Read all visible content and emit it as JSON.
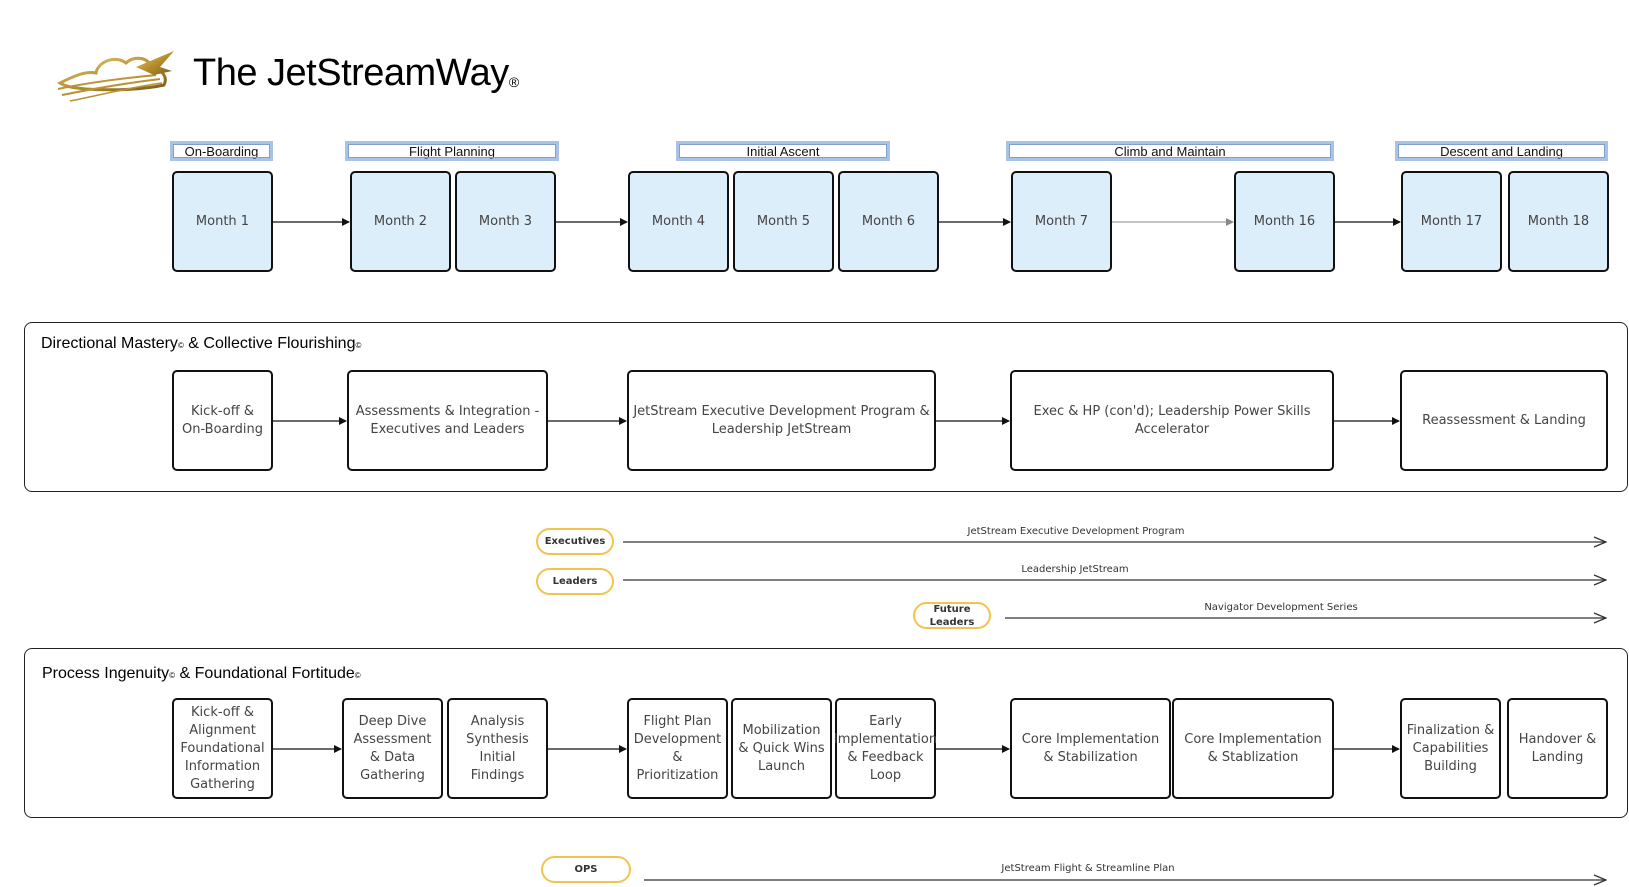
{
  "header": {
    "title": "The JetStreamWay",
    "mark": "®",
    "logo_icon": "golden-jet-cloud-logo"
  },
  "phases": [
    {
      "label": "On-Boarding"
    },
    {
      "label": "Flight Planning"
    },
    {
      "label": "Initial Ascent"
    },
    {
      "label": "Climb and Maintain"
    },
    {
      "label": "Descent and Landing"
    }
  ],
  "months": [
    {
      "label": "Month 1"
    },
    {
      "label": "Month 2"
    },
    {
      "label": "Month 3"
    },
    {
      "label": "Month 4"
    },
    {
      "label": "Month 5"
    },
    {
      "label": "Month 6"
    },
    {
      "label": "Month 7"
    },
    {
      "label": "Month 16"
    },
    {
      "label": "Month 17"
    },
    {
      "label": "Month 18"
    }
  ],
  "directional": {
    "title_part1": "Directional Mastery",
    "title_part2": " & Collective Flourishing",
    "mark": "©",
    "steps": [
      {
        "label": "Kick-off & On-Boarding"
      },
      {
        "label": "Assessments & Integration - Executives and Leaders"
      },
      {
        "label": "JetStream Executive Development Program & Leadership JetStream"
      },
      {
        "label": "Exec & HP (con'd); Leadership Power Skills Accelerator"
      },
      {
        "label": "Reassessment & Landing"
      }
    ]
  },
  "tracks": [
    {
      "pill": "Executives",
      "label": "JetStream Executive Development Program"
    },
    {
      "pill": "Leaders",
      "label": "Leadership JetStream"
    },
    {
      "pill": "Future Leaders",
      "label": "Navigator Development Series"
    }
  ],
  "process": {
    "title_part1": "Process Ingenuity",
    "title_part2": " & Foundational Fortitude",
    "mark": "©",
    "steps": [
      {
        "label": "Kick-off & Alignment Foundational Information Gathering"
      },
      {
        "label": "Deep Dive Assessment & Data Gathering"
      },
      {
        "label": "Analysis Synthesis Initial Findings"
      },
      {
        "label": "Flight Plan Development & Prioritization"
      },
      {
        "label": "Mobilization & Quick Wins Launch"
      },
      {
        "label": "Early Implementation & Feedback Loop"
      },
      {
        "label": "Core Implementation & Stabilization"
      },
      {
        "label": "Core Implementation & Stablization"
      },
      {
        "label": "Finalization & Capabilities Building"
      },
      {
        "label": "Handover & Landing"
      }
    ]
  },
  "ops": {
    "pill": "OPS",
    "label": "JetStream Flight & Streamline Plan"
  },
  "colors": {
    "month_fill": "#ddeefb",
    "phase_border": "#a9c2e6",
    "pill_border": "#f2c34d",
    "logo_gold": "#c9a13c"
  }
}
